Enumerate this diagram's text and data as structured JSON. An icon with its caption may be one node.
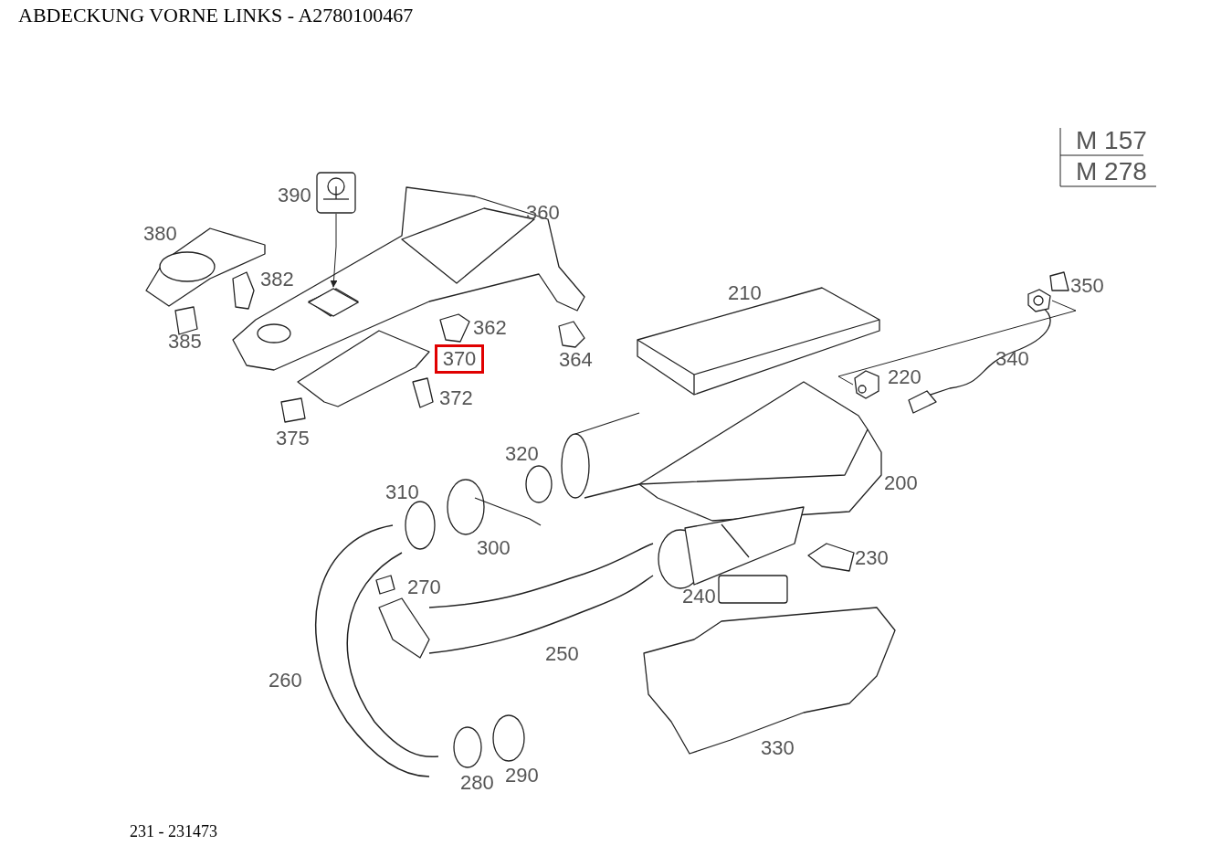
{
  "diagram": {
    "title": "ABDECKUNG VORNE LINKS - A2780100467",
    "nodes": [
      {
        "text": [
          "370"
        ]
      },
      {
        "text": [],
        "shape": "picture"
      },
      {
        "text": [],
        "shape": "diamond"
      },
      {
        "text": [],
        "shape": "picture"
      },
      {
        "text": [],
        "shape": "picture"
      }
    ],
    "edges": [
      {
        "from": 1,
        "to": 2,
        "arrow": "to"
      },
      {
        "from": 3,
        "to": 4,
        "arrow": "none"
      }
    ],
    "labels": [
      "M 157",
      "M 278",
      "390",
      "360",
      "380",
      "382",
      "350",
      "210",
      "362",
      "385",
      "364",
      "340",
      "220",
      "372",
      "375",
      "320",
      "200",
      "310",
      "300",
      "230",
      "270",
      "240",
      "250",
      "260",
      "280",
      "290",
      "330",
      "231 - 231473"
    ]
  }
}
